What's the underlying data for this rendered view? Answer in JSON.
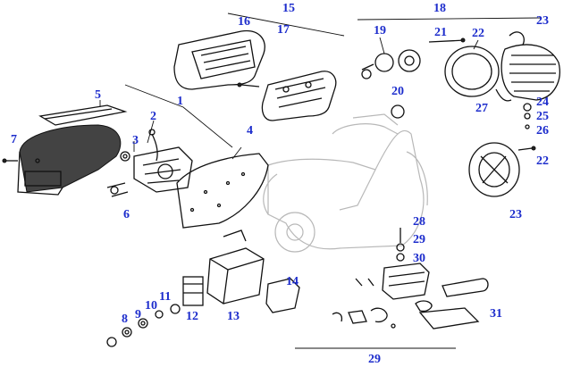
{
  "diagram": {
    "labels": [
      "1",
      "2",
      "3",
      "4",
      "5",
      "6",
      "7",
      "8",
      "9",
      "10",
      "11",
      "12",
      "13",
      "14",
      "15",
      "16",
      "17",
      "18",
      "19",
      "20",
      "21",
      "22",
      "23",
      "23",
      "24",
      "25",
      "26",
      "27",
      "28",
      "29",
      "29",
      "30",
      "31"
    ],
    "colors": {
      "label": "#1c2ccc",
      "ink": "#111111",
      "scooter_outline": "#b8b8b8"
    }
  }
}
